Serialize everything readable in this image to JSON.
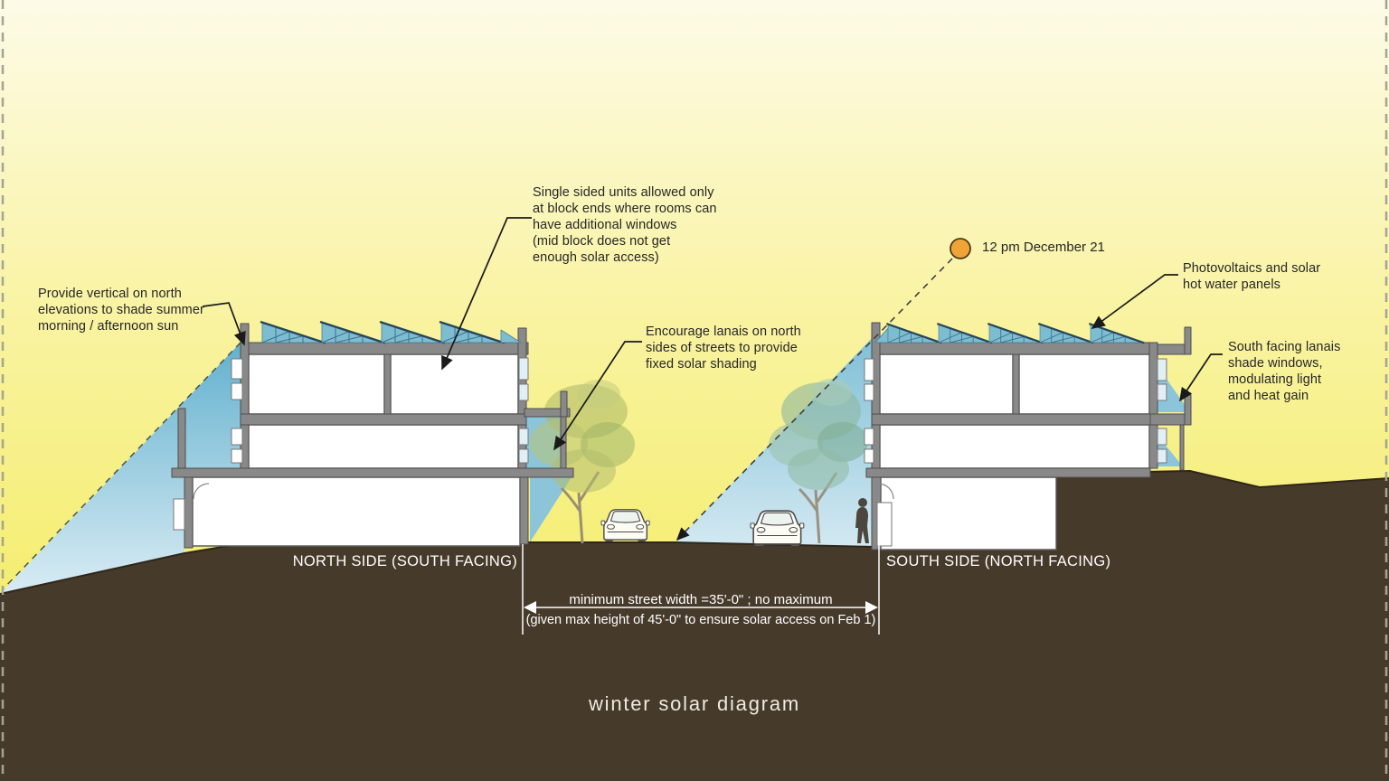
{
  "title": "winter solar diagram",
  "sun": {
    "label": "12 pm December 21"
  },
  "notes": {
    "vertical_shading": "Provide vertical on north\nelevations to shade summer\nmorning / afternoon sun",
    "single_sided_units": "Single sided units allowed only\nat block ends where rooms can\nhave additional windows\n(mid block does not get\nenough solar access)",
    "lanais_north": "Encourage lanais on north\nsides of streets to provide\nfixed solar shading",
    "photovoltaics": "Photovoltaics and solar\nhot water panels",
    "lanais_south": "South facing lanais\nshade windows,\nmodulating light\nand heat gain"
  },
  "labels": {
    "north_side": "NORTH SIDE (SOUTH FACING)",
    "south_side": "SOUTH SIDE (NORTH FACING)"
  },
  "dimension": {
    "line1": "minimum street width =35'-0\" ; no maximum",
    "line2": "(given max height of 45'-0\" to ensure solar access on Feb 1)"
  },
  "colors": {
    "sun_orange": "#F0A437",
    "sky_top": "#FDFBE7",
    "sky_bottom": "#F3EC62",
    "shade_blue": "#7FBFD6",
    "ground_brown": "#463A2B",
    "panel_blue": "#7CBDD2",
    "structure_gray": "#898989"
  }
}
